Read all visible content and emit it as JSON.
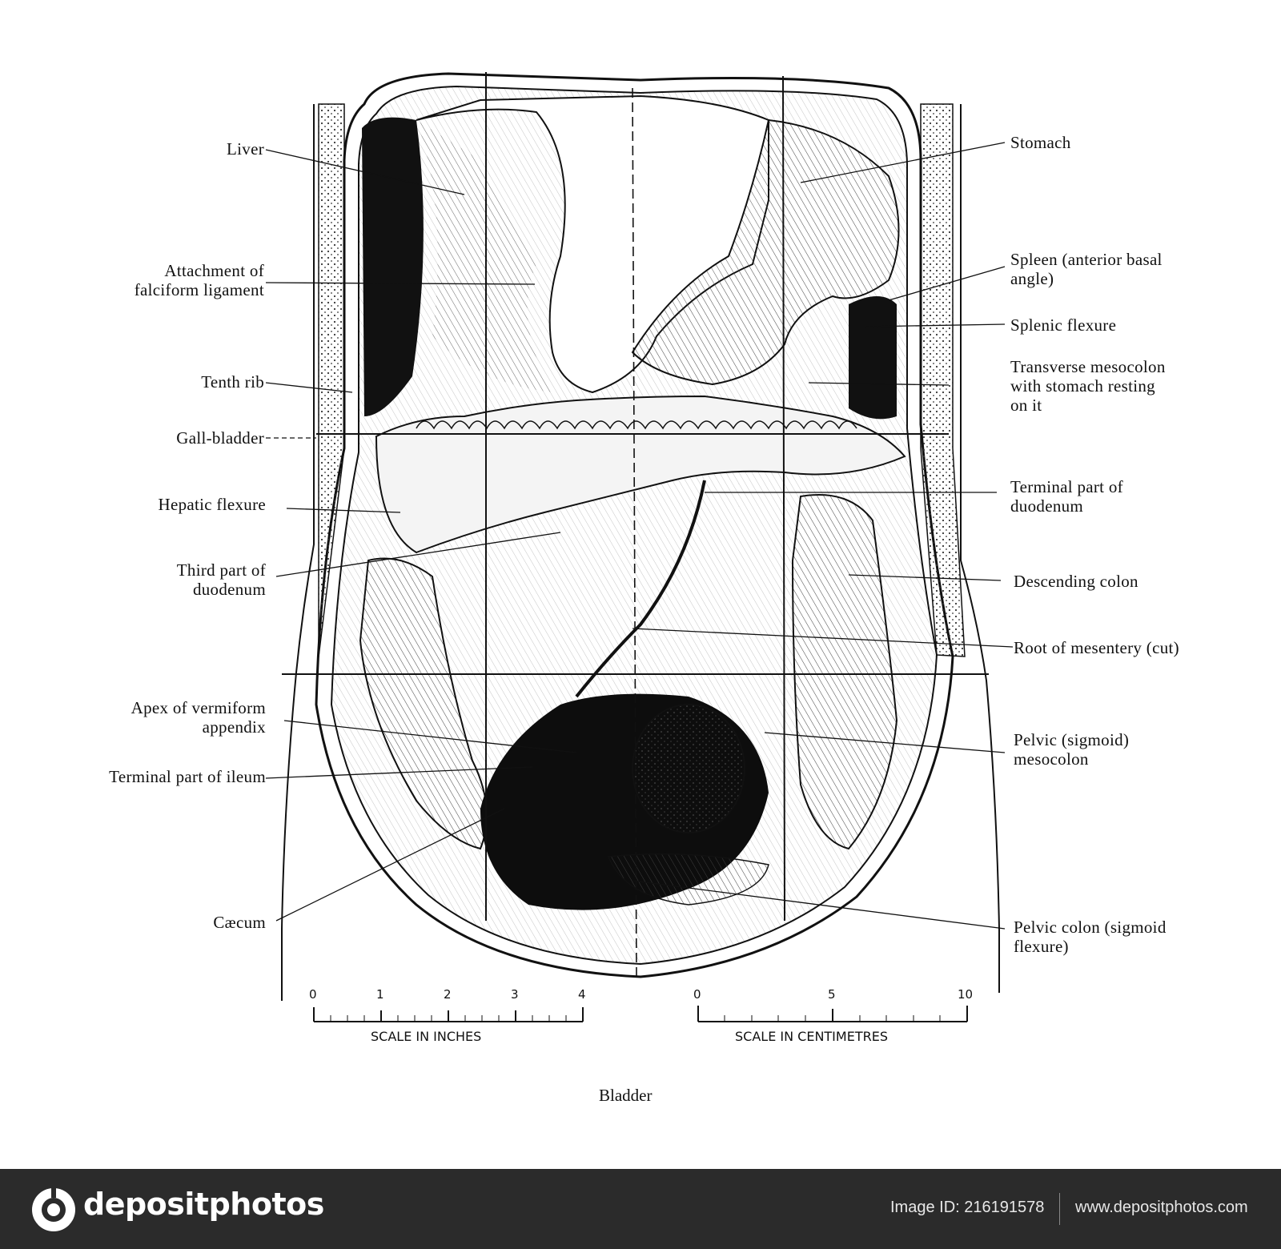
{
  "labels_left": [
    {
      "id": "liver",
      "text": "Liver"
    },
    {
      "id": "falciform",
      "text": "Attachment of\nfalciform ligament"
    },
    {
      "id": "tenth_rib",
      "text": "Tenth rib"
    },
    {
      "id": "gall_bladder",
      "text": "Gall-bladder"
    },
    {
      "id": "hepatic_flexure",
      "text": "Hepatic flexure"
    },
    {
      "id": "third_duodenum",
      "text": "Third part of\nduodenum"
    },
    {
      "id": "appendix",
      "text": "Apex of vermiform\nappendix"
    },
    {
      "id": "ileum",
      "text": "Terminal part of ileum"
    },
    {
      "id": "caecum",
      "text": "Cæcum"
    }
  ],
  "labels_right": [
    {
      "id": "stomach",
      "text": "Stomach"
    },
    {
      "id": "spleen",
      "text": "Spleen (anterior basal\nangle)"
    },
    {
      "id": "splenic_flexure",
      "text": "Splenic flexure"
    },
    {
      "id": "transverse_mesocolon",
      "text": "Transverse mesocolon\nwith stomach resting\non it"
    },
    {
      "id": "terminal_duodenum",
      "text": "Terminal part of\nduodenum"
    },
    {
      "id": "descending_colon",
      "text": "Descending colon"
    },
    {
      "id": "root_mesentery",
      "text": "Root of mesentery (cut)"
    },
    {
      "id": "pelvic_mesocolon",
      "text": "Pelvic (sigmoid)\nmesocolon"
    },
    {
      "id": "pelvic_colon",
      "text": "Pelvic colon (sigmoid\nflexure)"
    }
  ],
  "bottom_label": "Bladder",
  "scale_inches": {
    "title": "SCALE IN INCHES",
    "ticks": [
      "0",
      "1",
      "2",
      "3",
      "4"
    ]
  },
  "scale_cm": {
    "title": "SCALE IN CENTIMETRES",
    "ticks": [
      "0",
      "5",
      "10"
    ]
  },
  "footer": {
    "brand": "depositphotos",
    "image_id": "Image ID: 216191578",
    "site": "www.depositphotos.com"
  }
}
